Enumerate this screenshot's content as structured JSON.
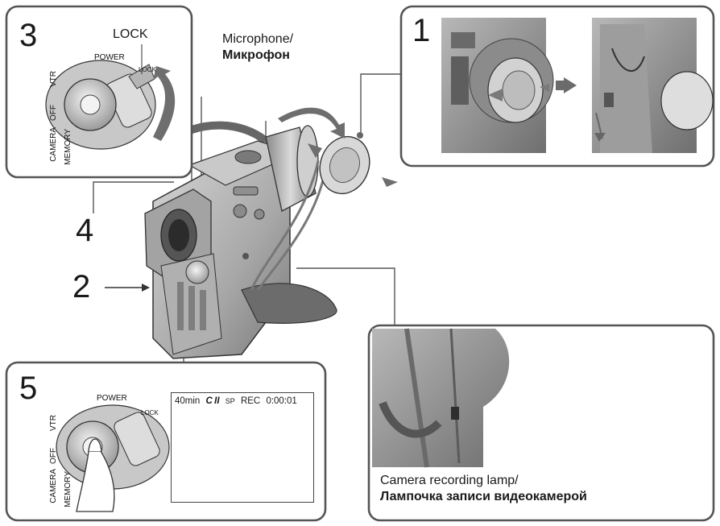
{
  "steps": {
    "s1": "1",
    "s2": "2",
    "s3": "3",
    "s4": "4",
    "s5": "5"
  },
  "panel3": {
    "lock_label": "LOCK",
    "power_label": "POWER",
    "lock_small": "LOCK",
    "vtr": "VTR",
    "off": "OFF",
    "camera": "CAMERA",
    "memory": "MEMORY"
  },
  "panel5": {
    "power_label": "POWER",
    "lock_small": "LOCK",
    "vtr": "VTR",
    "off": "OFF",
    "camera": "CAMERA",
    "memory": "MEMORY"
  },
  "lcd": {
    "battery": "40min",
    "cassette": "C II",
    "speed": "SP",
    "rec": "REC",
    "counter": "0:00:01"
  },
  "callouts": {
    "microphone_en": "Microphone/",
    "microphone_ru": "Микрофон",
    "lamp_en": "Camera recording lamp/",
    "lamp_ru": "Лампочка записи видеокамерой"
  },
  "colors": {
    "panel_border": "#555555",
    "arrow_gray": "#6e6e6e",
    "photo_bg": "#9a9a9a",
    "body_gray": "#bdbdbd"
  }
}
